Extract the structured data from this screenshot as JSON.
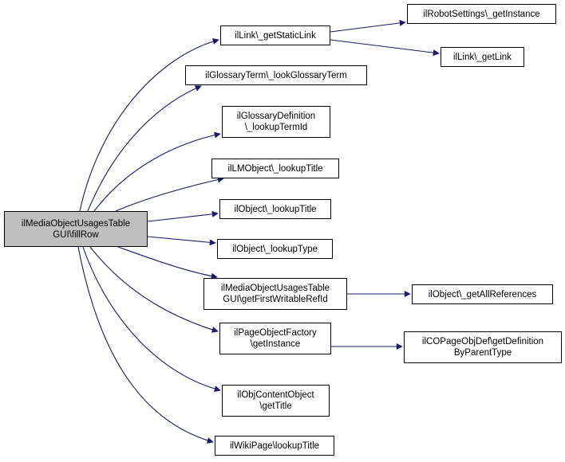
{
  "diagram": {
    "type": "call-graph",
    "edge_color": "#191970",
    "root_fill": "#bfbfbf",
    "node_fill": "#ffffff",
    "nodes": [
      {
        "id": "root",
        "label": "ilMediaObjectUsagesTable\nGUI\\fillRow",
        "root": true
      },
      {
        "id": "getStaticLink",
        "label": "ilLink\\_getStaticLink"
      },
      {
        "id": "robotGetInstance",
        "label": "ilRobotSettings\\_getInstance"
      },
      {
        "id": "getLink",
        "label": "ilLink\\_getLink"
      },
      {
        "id": "lookGlossaryTerm",
        "label": "ilGlossaryTerm\\_lookGlossaryTerm"
      },
      {
        "id": "lookupTermId",
        "label": "ilGlossaryDefinition\n\\_lookupTermId"
      },
      {
        "id": "lmLookupTitle",
        "label": "ilLMObject\\_lookupTitle"
      },
      {
        "id": "objLookupTitle",
        "label": "ilObject\\_lookupTitle"
      },
      {
        "id": "objLookupType",
        "label": "ilObject\\_lookupType"
      },
      {
        "id": "getFirstWritableRefId",
        "label": "ilMediaObjectUsagesTable\nGUI\\getFirstWritableRefId"
      },
      {
        "id": "getAllReferences",
        "label": "ilObject\\_getAllReferences"
      },
      {
        "id": "pofGetInstance",
        "label": "ilPageObjectFactory\n\\getInstance"
      },
      {
        "id": "getDefinitionByParentType",
        "label": "ilCOPageObjDef\\getDefinition\nByParentType"
      },
      {
        "id": "objContentGetTitle",
        "label": "ilObjContentObject\n\\getTitle"
      },
      {
        "id": "wikiLookupTitle",
        "label": "ilWikiPage\\lookupTitle"
      }
    ],
    "edges": [
      {
        "from": "root",
        "to": "getStaticLink"
      },
      {
        "from": "root",
        "to": "lookGlossaryTerm"
      },
      {
        "from": "root",
        "to": "lookupTermId"
      },
      {
        "from": "root",
        "to": "lmLookupTitle"
      },
      {
        "from": "root",
        "to": "objLookupTitle"
      },
      {
        "from": "root",
        "to": "objLookupType"
      },
      {
        "from": "root",
        "to": "getFirstWritableRefId"
      },
      {
        "from": "root",
        "to": "pofGetInstance"
      },
      {
        "from": "root",
        "to": "objContentGetTitle"
      },
      {
        "from": "root",
        "to": "wikiLookupTitle"
      },
      {
        "from": "getStaticLink",
        "to": "robotGetInstance"
      },
      {
        "from": "getStaticLink",
        "to": "getLink"
      },
      {
        "from": "getFirstWritableRefId",
        "to": "getAllReferences"
      },
      {
        "from": "pofGetInstance",
        "to": "getDefinitionByParentType"
      }
    ]
  }
}
